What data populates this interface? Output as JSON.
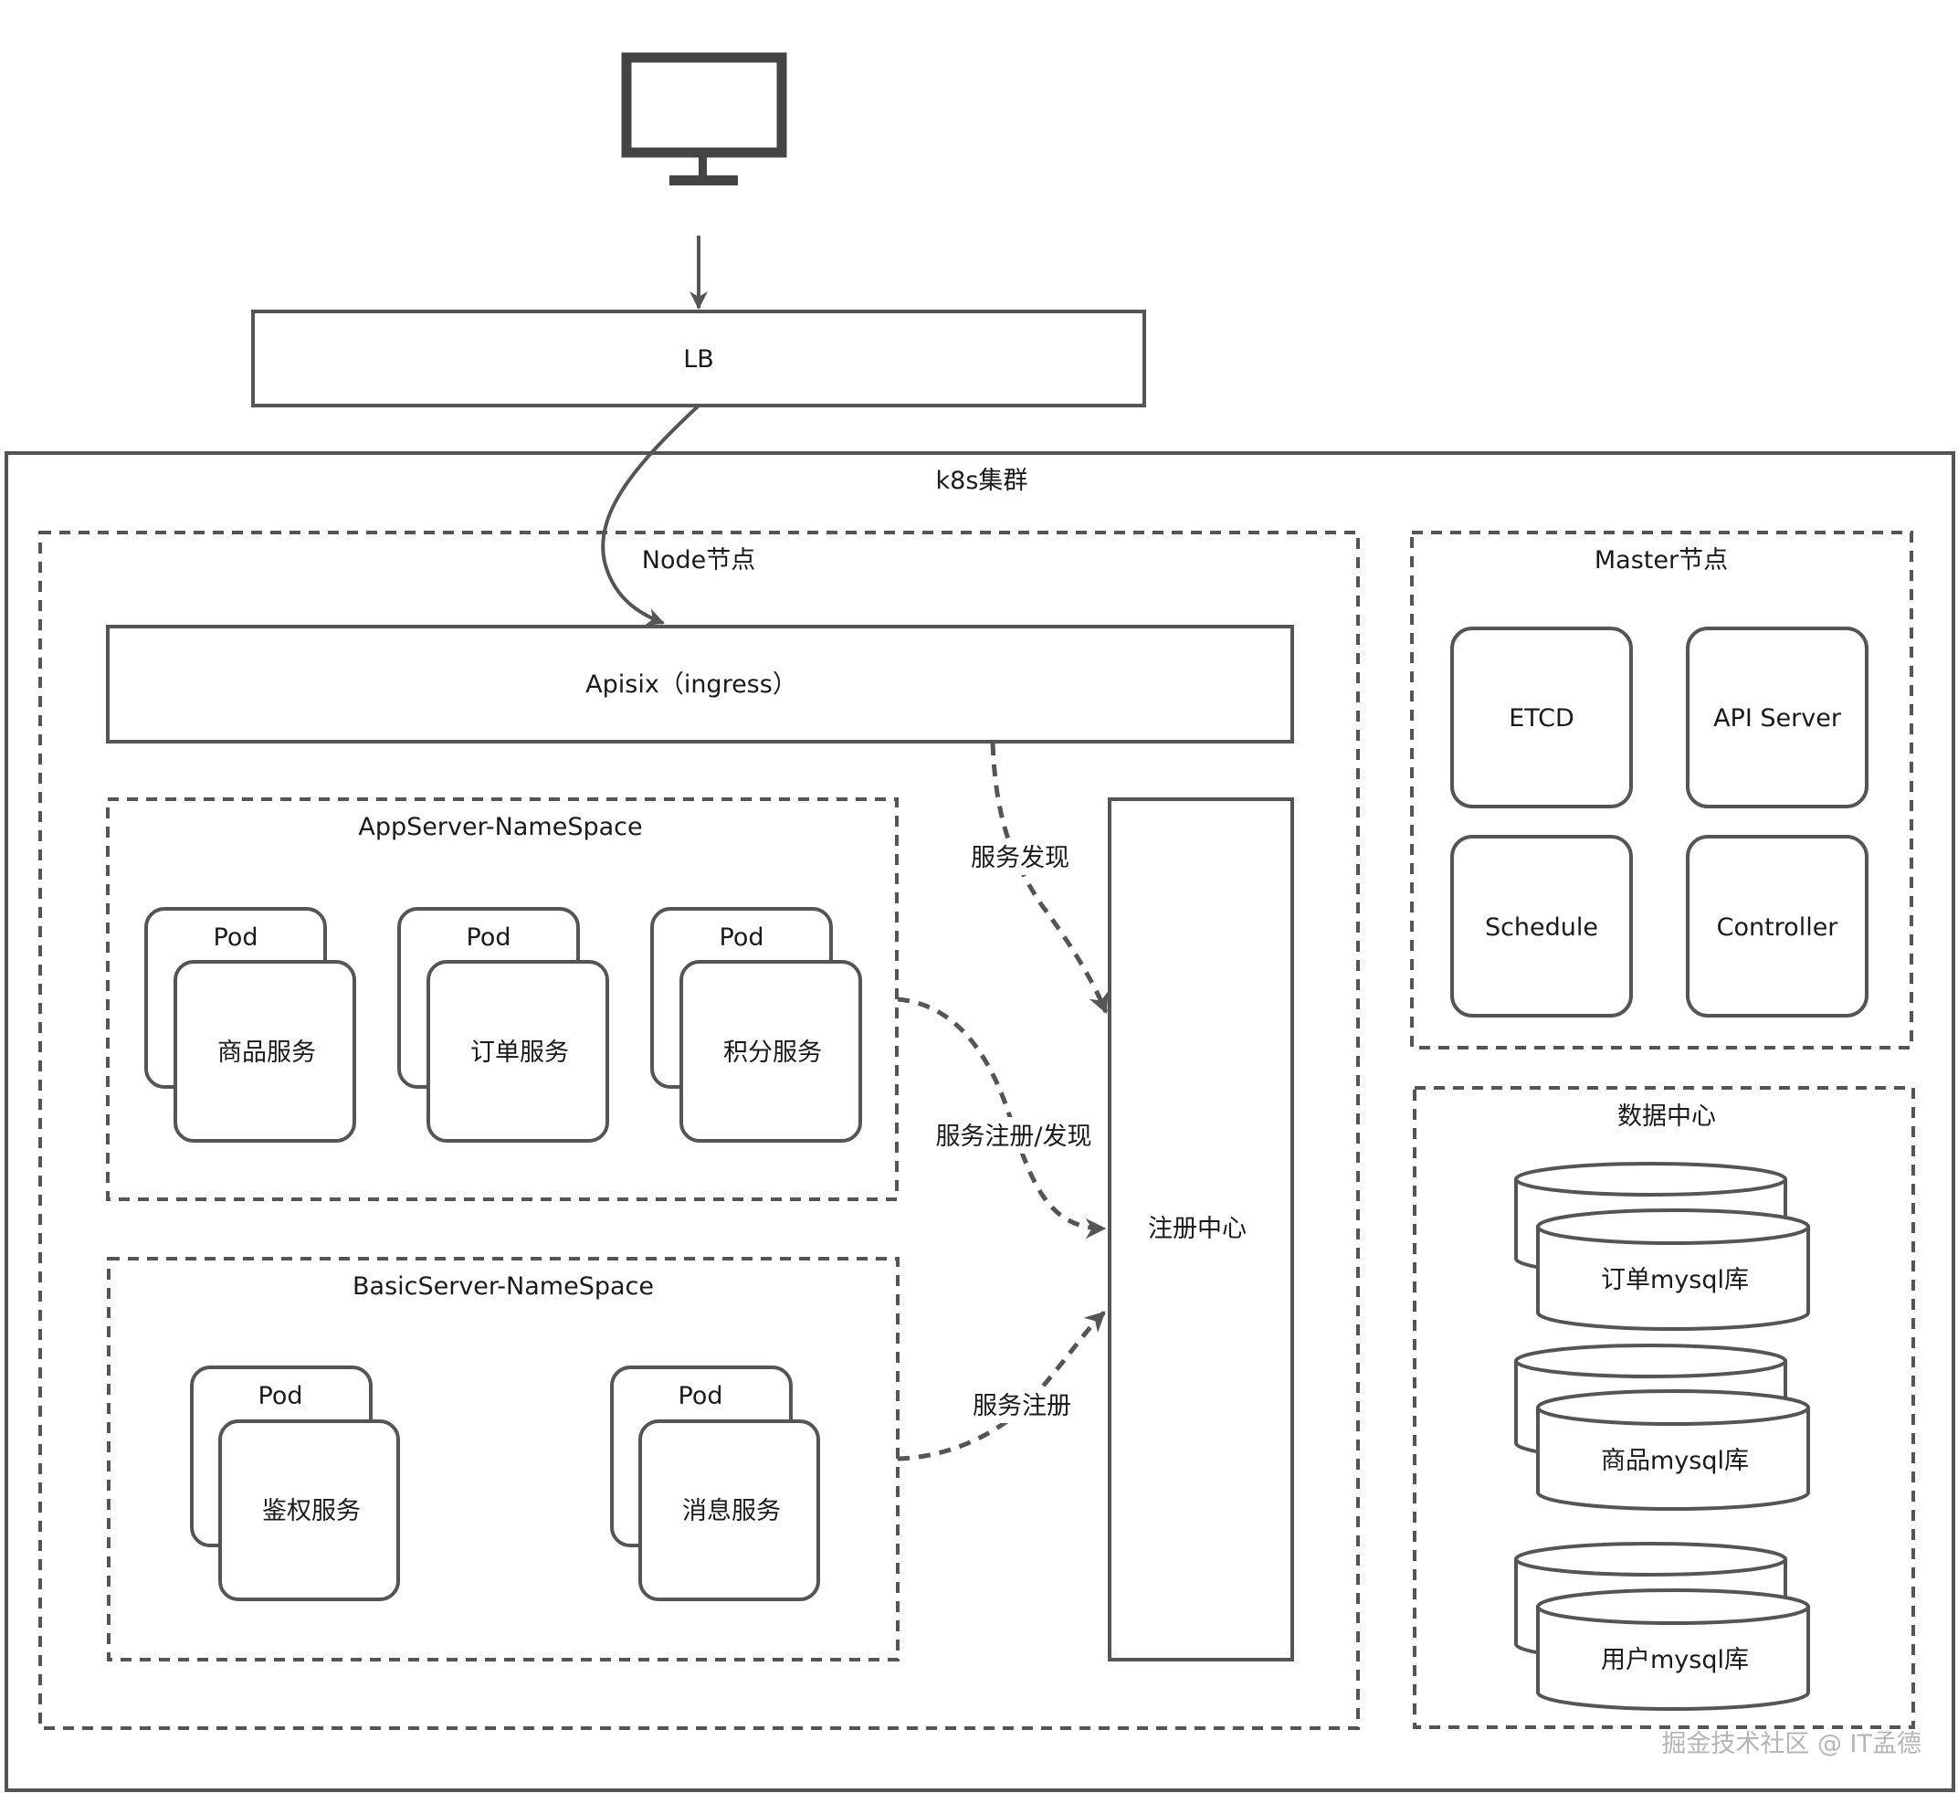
{
  "diagram": {
    "client_icon": "monitor-icon",
    "lb": {
      "label": "LB"
    },
    "cluster": {
      "title": "k8s集群",
      "node": {
        "title": "Node节点",
        "ingress": {
          "label": "Apisix（ingress）"
        },
        "namespaces": [
          {
            "title": "AppServer-NameSpace",
            "pods": [
              {
                "pod_label": "Pod",
                "service": "商品服务"
              },
              {
                "pod_label": "Pod",
                "service": "订单服务"
              },
              {
                "pod_label": "Pod",
                "service": "积分服务"
              }
            ]
          },
          {
            "title": "BasicServer-NameSpace",
            "pods": [
              {
                "pod_label": "Pod",
                "service": "鉴权服务"
              },
              {
                "pod_label": "Pod",
                "service": "消息服务"
              }
            ]
          }
        ],
        "registry": {
          "label": "注册中心"
        },
        "edges": [
          {
            "from": "Apisix（ingress）",
            "to": "注册中心",
            "label": "服务发现"
          },
          {
            "from": "AppServer-NameSpace",
            "to": "注册中心",
            "label": "服务注册/发现"
          },
          {
            "from": "BasicServer-NameSpace",
            "to": "注册中心",
            "label": "服务注册"
          }
        ]
      },
      "master": {
        "title": "Master节点",
        "components": [
          "ETCD",
          "API Server",
          "Schedule",
          "Controller"
        ]
      },
      "datacenter": {
        "title": "数据中心",
        "databases": [
          "订单mysql库",
          "商品mysql库",
          "用户mysql库"
        ]
      }
    },
    "flow": [
      {
        "from": "client",
        "to": "LB"
      },
      {
        "from": "LB",
        "to": "Apisix（ingress）"
      }
    ],
    "watermark": "掘金技术社区 @ IT孟德",
    "colors": {
      "stroke": "#555555",
      "text": "#1a1a1a",
      "watermark": "#b5b5b5",
      "background": "#ffffff"
    }
  }
}
